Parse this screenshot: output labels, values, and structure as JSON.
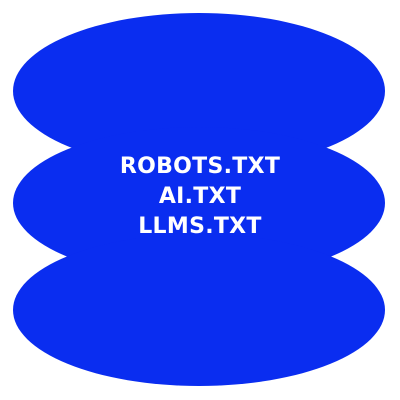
{
  "graphic": {
    "fill_color": "#0a2df0",
    "background_color": "#ffffff",
    "text_color": "#ffffff",
    "layers": 3
  },
  "labels": {
    "line1": "ROBOTS.TXT",
    "line2": "AI.TXT",
    "line3": "LLMS.TXT"
  }
}
